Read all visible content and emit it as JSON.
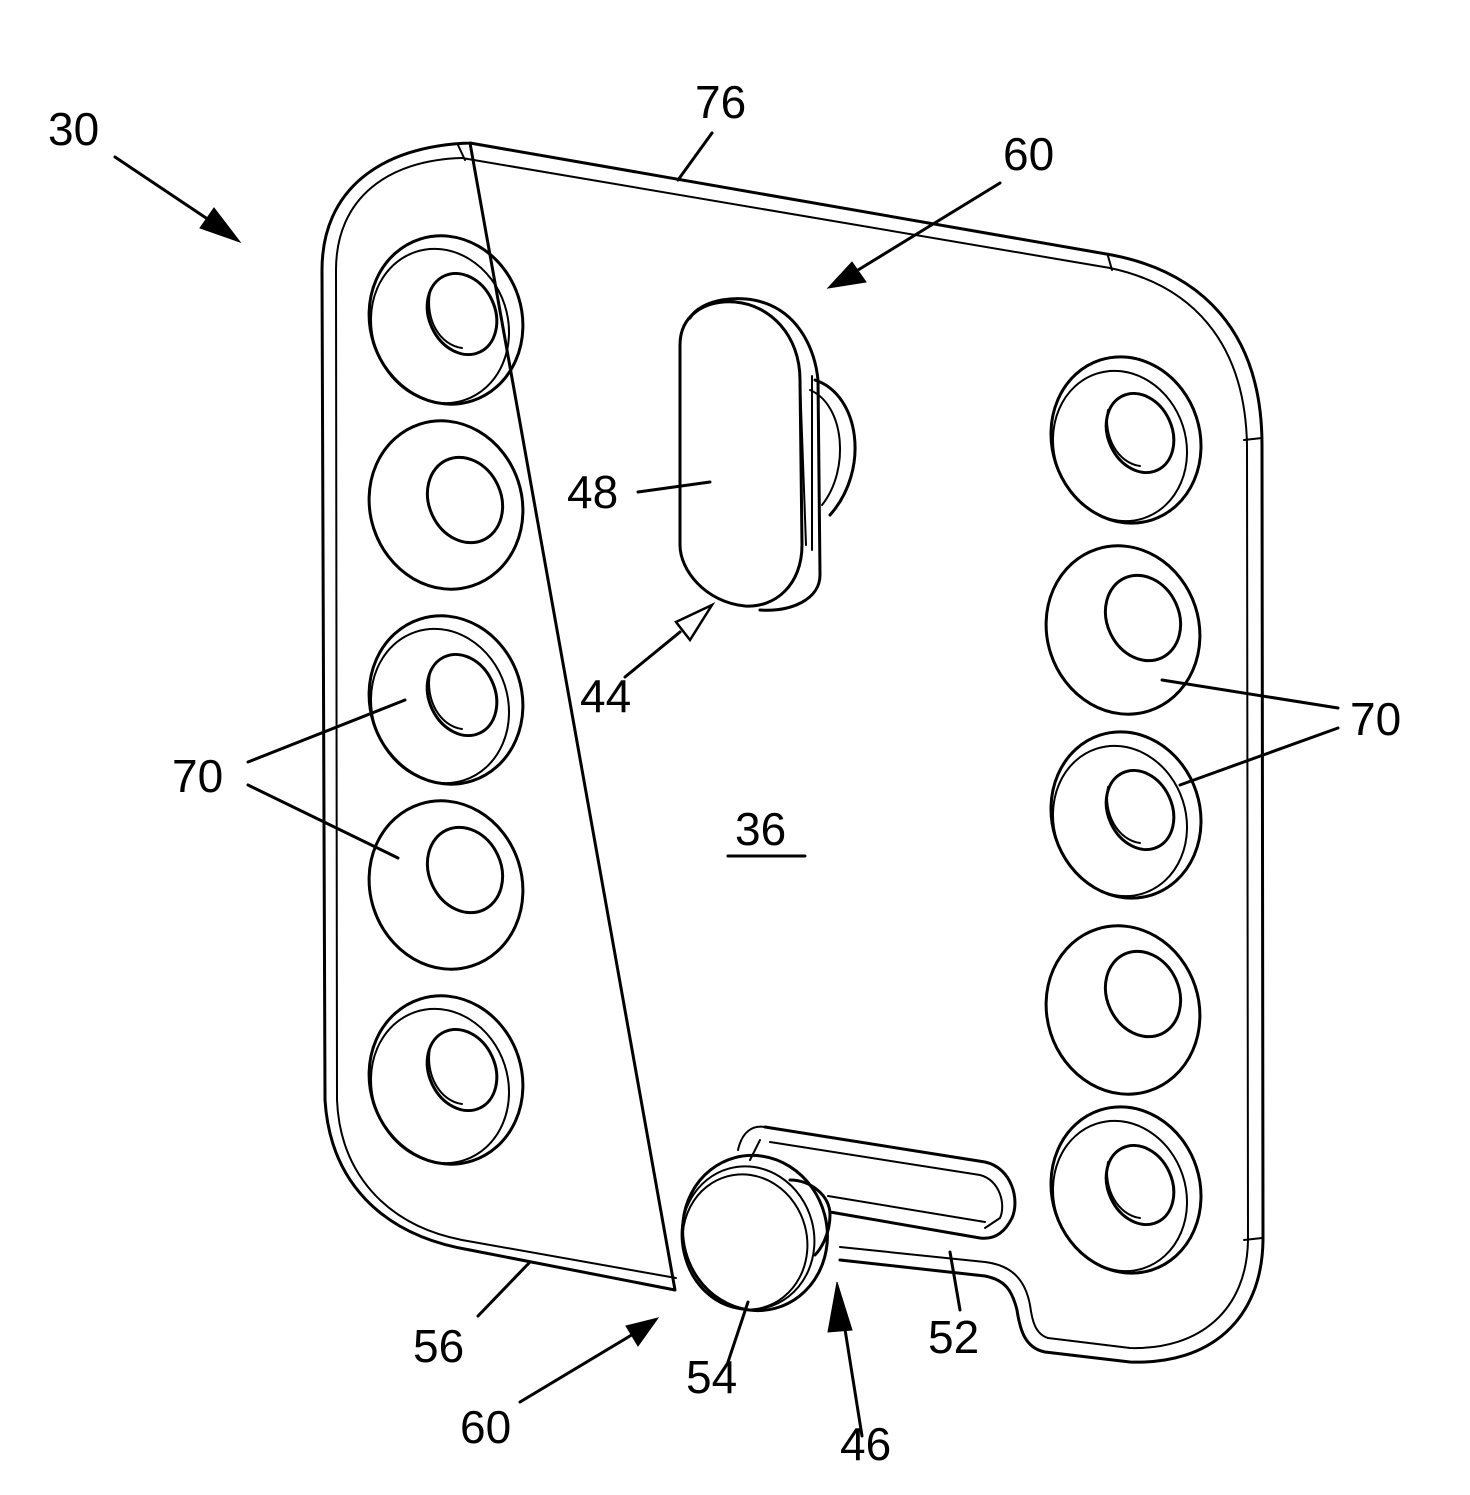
{
  "figure": {
    "reference_labels": {
      "assembly": "30",
      "top_edge": "76",
      "top_view_arrow": "60",
      "upper_pin_head": "48",
      "upper_pin": "44",
      "plate_face": "36",
      "left_holes": "70",
      "right_holes": "70",
      "bottom_edge": "56",
      "lower_pin_head": "54",
      "lower_pin": "46",
      "slot": "52",
      "bottom_view_arrow": "60"
    }
  }
}
